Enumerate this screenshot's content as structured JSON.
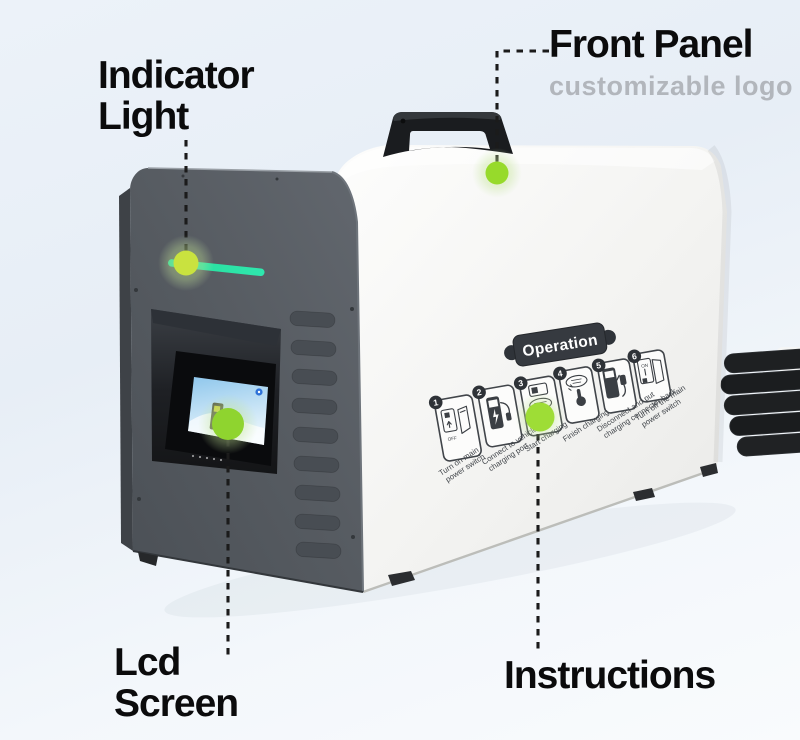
{
  "background": {
    "top_color": "#e9f0f8",
    "bottom_color": "#f8fafc"
  },
  "callouts": {
    "indicator_light": {
      "label": "Indicator Light"
    },
    "front_panel": {
      "label": "Front Panel",
      "sublabel": "customizable logo"
    },
    "lcd_screen": {
      "label": "Lcd Screen"
    },
    "instructions": {
      "label": "Instructions"
    }
  },
  "device": {
    "operation_title": "Operation",
    "steps": [
      {
        "number": "1",
        "icon": "power-on-switch-icon",
        "detail": "OFF",
        "lines": [
          "Turn on main",
          "power switch"
        ]
      },
      {
        "number": "2",
        "icon": "charging-pile-icon",
        "lines": [
          "Connect to vehicle",
          "charging port"
        ]
      },
      {
        "number": "3",
        "icon": "start-charging-icon",
        "lines": [
          "Start charging"
        ]
      },
      {
        "number": "4",
        "icon": "finish-charging-icon",
        "lines": [
          "Finish charging"
        ]
      },
      {
        "number": "5",
        "icon": "disconnect-connector-icon",
        "lines": [
          "Disconnect and put",
          "charging connector back"
        ]
      },
      {
        "number": "6",
        "icon": "power-off-switch-icon",
        "detail": "ON",
        "lines": [
          "Turn off the main",
          "power switch"
        ]
      }
    ],
    "colors": {
      "body_white": "#f3f3f1",
      "panel_gray": "#545960",
      "accent_green": "#9edd36",
      "indicator_dot": "#c9e23f",
      "led_strip": "#2de3a4",
      "plaque_dark": "#363a40",
      "cable_black": "#1e2022",
      "screen_sky": "#9fd0ee"
    }
  }
}
